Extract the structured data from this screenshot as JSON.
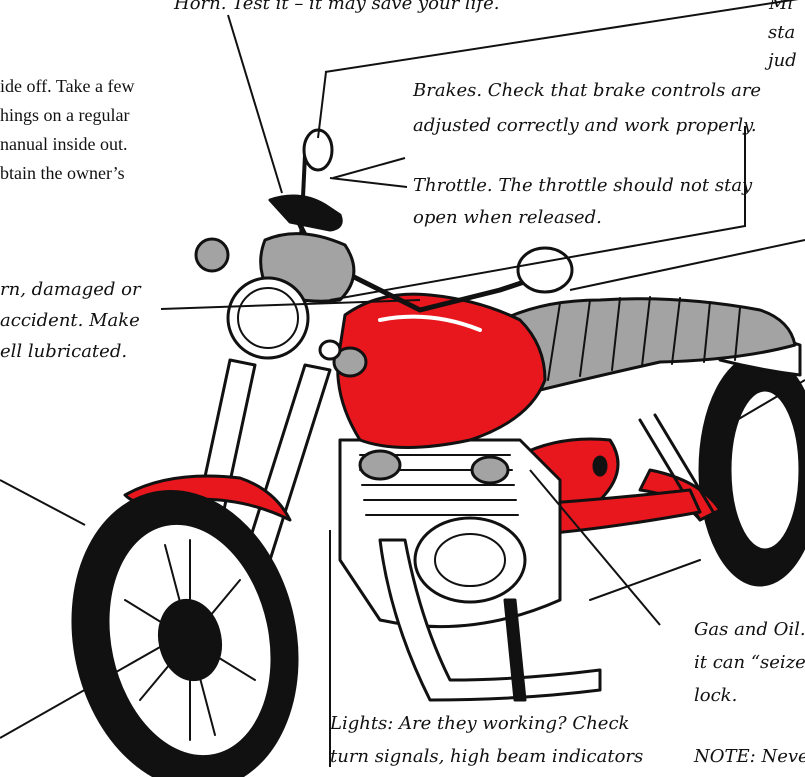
{
  "callouts": {
    "horn": "Horn. Test it – it may save your life.",
    "brakes_1": "Brakes. Check that brake controls are",
    "brakes_2": "adjusted correctly and work properly.",
    "throttle_1": "Throttle. The throttle should not stay",
    "throttle_2": "open when released.",
    "mirrors_1": "Mi",
    "mirrors_2": "sta",
    "mirrors_3": "jud",
    "gas_oil_1": "Gas and Oil.",
    "gas_oil_2": "it can “seize",
    "gas_oil_3": "lock.",
    "lights_1": "Lights: Are they working? Check",
    "lights_2": "turn signals, high beam indicators",
    "note": "NOTE: Never"
  },
  "intro": {
    "line1": "ide off. Take a few",
    "line2": "hings on a regular",
    "line3": "nanual inside out.",
    "line4": "btain the owner’s"
  },
  "chain": {
    "line1": "rn, damaged or",
    "line2": "accident. Make",
    "line3": "ell lubricated."
  },
  "colors": {
    "red": "#e8161d",
    "gray": "#a3a3a3",
    "ink": "#111111"
  },
  "illustration": {
    "icon": "motorcycle-illustration"
  }
}
